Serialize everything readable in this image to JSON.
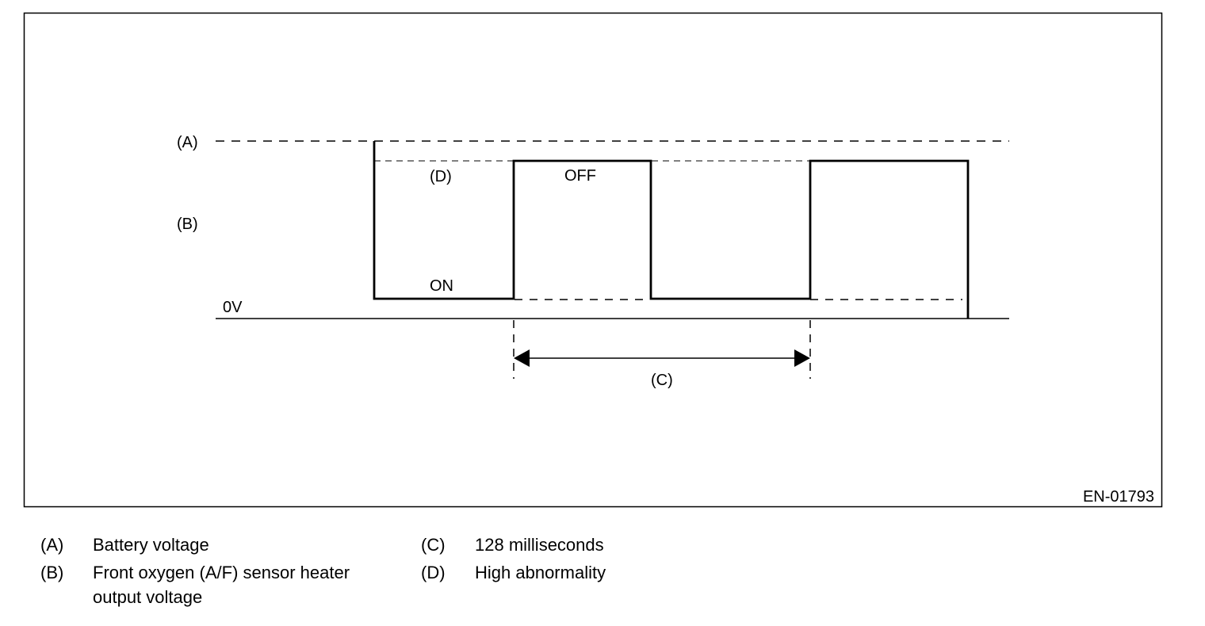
{
  "figure": {
    "labels": {
      "a": "(A)",
      "b": "(B)",
      "c": "(C)",
      "d": "(D)",
      "zero_volt": "0V",
      "on": "ON",
      "off": "OFF"
    },
    "figure_id": "EN-01793"
  },
  "legend": [
    {
      "key": "(A)",
      "text": "Battery voltage"
    },
    {
      "key": "(B)",
      "text": "Front oxygen (A/F) sensor heater output voltage"
    },
    {
      "key": "(C)",
      "text": "128 milliseconds"
    },
    {
      "key": "(D)",
      "text": "High abnormality"
    }
  ]
}
